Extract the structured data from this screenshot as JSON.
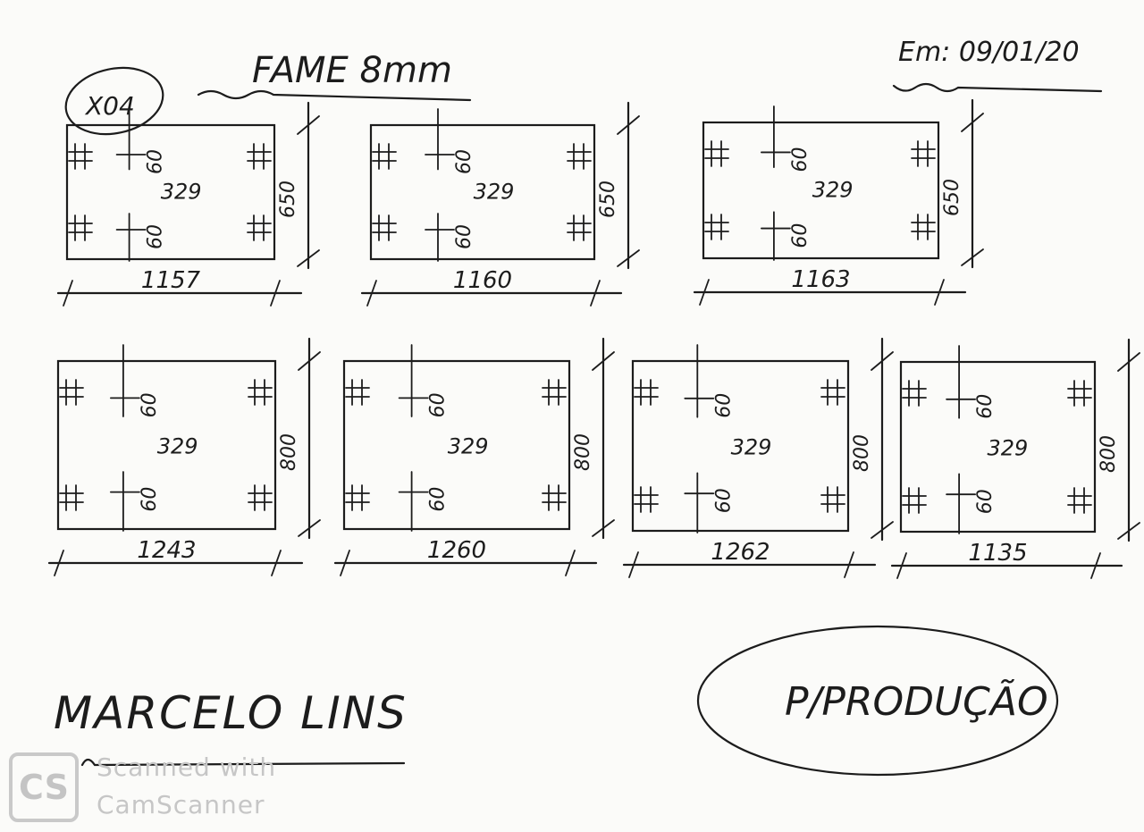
{
  "header": {
    "material": "FAME 8mm",
    "quantity": "X04",
    "date": "Em: 09/01/20"
  },
  "panels": [
    {
      "width": "1157",
      "height": "650",
      "center": "329",
      "top_offset": "60",
      "bottom_offset": "60"
    },
    {
      "width": "1160",
      "height": "650",
      "center": "329",
      "top_offset": "60",
      "bottom_offset": "60"
    },
    {
      "width": "1163",
      "height": "650",
      "center": "329",
      "top_offset": "60",
      "bottom_offset": "60"
    },
    {
      "width": "1243",
      "height": "800",
      "center": "329",
      "top_offset": "60",
      "bottom_offset": "60"
    },
    {
      "width": "1260",
      "height": "800",
      "center": "329",
      "top_offset": "60",
      "bottom_offset": "60"
    },
    {
      "width": "1262",
      "height": "800",
      "center": "329",
      "top_offset": "60",
      "bottom_offset": "60"
    },
    {
      "width": "1135",
      "height": "800",
      "center": "329",
      "top_offset": "60",
      "bottom_offset": "60"
    }
  ],
  "signature": "MARCELO LINS",
  "stamp": "P/PRODUÇÃO",
  "watermark": {
    "logo": "CS",
    "line1": "Scanned with",
    "line2": "CamScanner"
  }
}
